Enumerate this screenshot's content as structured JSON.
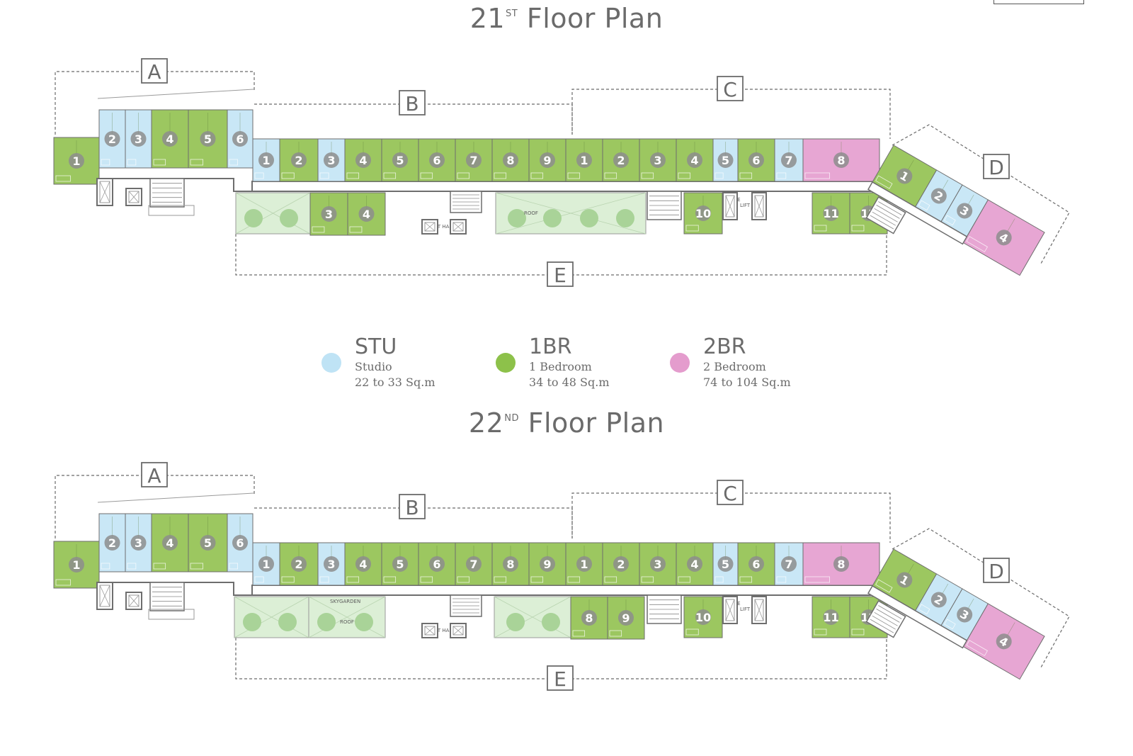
{
  "colors": {
    "studio": "#c9e7f6",
    "one_bedroom": "#9cc760",
    "two_bedroom": "#e7a6d3",
    "garden": "#dcefd6",
    "tree": "#a9d398",
    "marker": "#8d8d8d",
    "wall": "#6e6e6e",
    "text": "#6b6b6b"
  },
  "legend": [
    {
      "code": "STU",
      "name": "Studio",
      "size": "22 to 33 Sq.m",
      "color": "#bfe3f5"
    },
    {
      "code": "1BR",
      "name": "1 Bedroom",
      "size": "34 to 48 Sq.m",
      "color": "#8dc14a"
    },
    {
      "code": "2BR",
      "name": "2 Bedroom",
      "size": "74 to 104 Sq.m",
      "color": "#e49ccd"
    }
  ],
  "floors": [
    {
      "title_num": "21",
      "title_sup": "ST",
      "title_text": "Floor Plan",
      "zones": [
        "A",
        "B",
        "C",
        "D",
        "E"
      ],
      "labels": [
        "ROOF",
        "LIFT HALL",
        "LIFT HALL",
        "STORE"
      ],
      "units": {
        "A": [
          {
            "n": "1",
            "type": "1br"
          },
          {
            "n": "2",
            "type": "stu"
          },
          {
            "n": "3",
            "type": "stu"
          },
          {
            "n": "4",
            "type": "1br"
          },
          {
            "n": "5",
            "type": "1br"
          },
          {
            "n": "6",
            "type": "stu"
          }
        ],
        "B": [
          {
            "n": "1",
            "type": "stu"
          },
          {
            "n": "2",
            "type": "1br"
          },
          {
            "n": "3",
            "type": "stu"
          },
          {
            "n": "4",
            "type": "1br"
          },
          {
            "n": "5",
            "type": "1br"
          },
          {
            "n": "6",
            "type": "1br"
          },
          {
            "n": "7",
            "type": "1br"
          },
          {
            "n": "8",
            "type": "1br"
          },
          {
            "n": "9",
            "type": "1br"
          }
        ],
        "C": [
          {
            "n": "1",
            "type": "1br"
          },
          {
            "n": "2",
            "type": "1br"
          },
          {
            "n": "3",
            "type": "1br"
          },
          {
            "n": "4",
            "type": "1br"
          },
          {
            "n": "5",
            "type": "stu"
          },
          {
            "n": "6",
            "type": "1br"
          },
          {
            "n": "7",
            "type": "stu"
          },
          {
            "n": "8",
            "type": "2br"
          }
        ],
        "E": [
          {
            "n": "3",
            "type": "1br"
          },
          {
            "n": "4",
            "type": "1br"
          },
          {
            "n": "10",
            "type": "1br"
          },
          {
            "n": "11",
            "type": "1br"
          },
          {
            "n": "12",
            "type": "1br"
          }
        ],
        "D": [
          {
            "n": "1",
            "type": "1br"
          },
          {
            "n": "2",
            "type": "stu"
          },
          {
            "n": "3",
            "type": "stu"
          },
          {
            "n": "4",
            "type": "2br"
          }
        ]
      }
    },
    {
      "title_num": "22",
      "title_sup": "ND",
      "title_text": "Floor Plan",
      "zones": [
        "A",
        "B",
        "C",
        "D",
        "E"
      ],
      "labels": [
        "SKYGARDEN",
        "ROOF",
        "LIFT HALL",
        "LIFT HALL",
        "STORE"
      ],
      "units": {
        "A": [
          {
            "n": "1",
            "type": "1br"
          },
          {
            "n": "2",
            "type": "stu"
          },
          {
            "n": "3",
            "type": "stu"
          },
          {
            "n": "4",
            "type": "1br"
          },
          {
            "n": "5",
            "type": "1br"
          },
          {
            "n": "6",
            "type": "stu"
          }
        ],
        "B": [
          {
            "n": "1",
            "type": "stu"
          },
          {
            "n": "2",
            "type": "1br"
          },
          {
            "n": "3",
            "type": "stu"
          },
          {
            "n": "4",
            "type": "1br"
          },
          {
            "n": "5",
            "type": "1br"
          },
          {
            "n": "6",
            "type": "1br"
          },
          {
            "n": "7",
            "type": "1br"
          },
          {
            "n": "8",
            "type": "1br"
          },
          {
            "n": "9",
            "type": "1br"
          }
        ],
        "C": [
          {
            "n": "1",
            "type": "1br"
          },
          {
            "n": "2",
            "type": "1br"
          },
          {
            "n": "3",
            "type": "1br"
          },
          {
            "n": "4",
            "type": "1br"
          },
          {
            "n": "5",
            "type": "stu"
          },
          {
            "n": "6",
            "type": "1br"
          },
          {
            "n": "7",
            "type": "stu"
          },
          {
            "n": "8",
            "type": "2br"
          }
        ],
        "E": [
          {
            "n": "8",
            "type": "1br"
          },
          {
            "n": "9",
            "type": "1br"
          },
          {
            "n": "10",
            "type": "1br"
          },
          {
            "n": "11",
            "type": "1br"
          },
          {
            "n": "12",
            "type": "1br"
          }
        ],
        "D": [
          {
            "n": "1",
            "type": "1br"
          },
          {
            "n": "2",
            "type": "stu"
          },
          {
            "n": "3",
            "type": "stu"
          },
          {
            "n": "4",
            "type": "2br"
          }
        ]
      }
    }
  ]
}
